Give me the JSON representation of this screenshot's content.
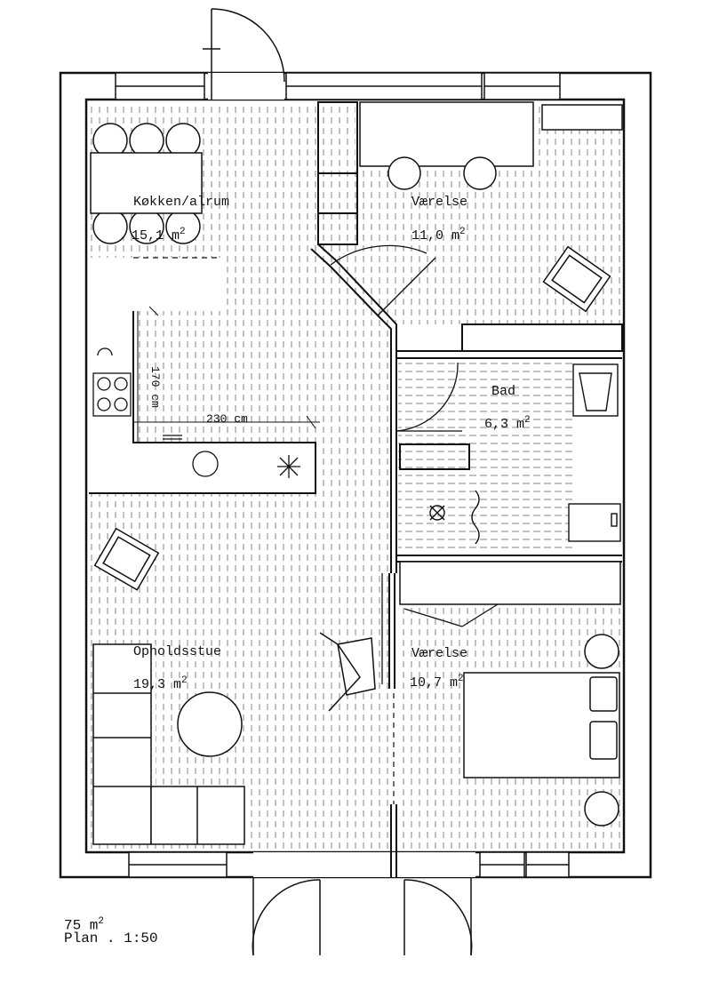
{
  "plan": {
    "rooms": [
      {
        "id": "kitchen",
        "name": "Køkken/alrum",
        "area": "15,1 m",
        "sup": "2"
      },
      {
        "id": "bedroom1",
        "name": "Værelse",
        "area": "11,0 m",
        "sup": "2"
      },
      {
        "id": "bath",
        "name": "Bad",
        "area": "6,3 m",
        "sup": "2"
      },
      {
        "id": "living",
        "name": "Opholdsstue",
        "area": "19,3 m",
        "sup": "2"
      },
      {
        "id": "bedroom2",
        "name": "Værelse",
        "area": "10,7 m",
        "sup": "2"
      }
    ],
    "dimensions": {
      "horizontal": "230 cm",
      "vertical": "170 cm"
    },
    "footer": {
      "total": "75 m",
      "total_sup": "2",
      "scale": "Plan  . 1:50"
    }
  }
}
